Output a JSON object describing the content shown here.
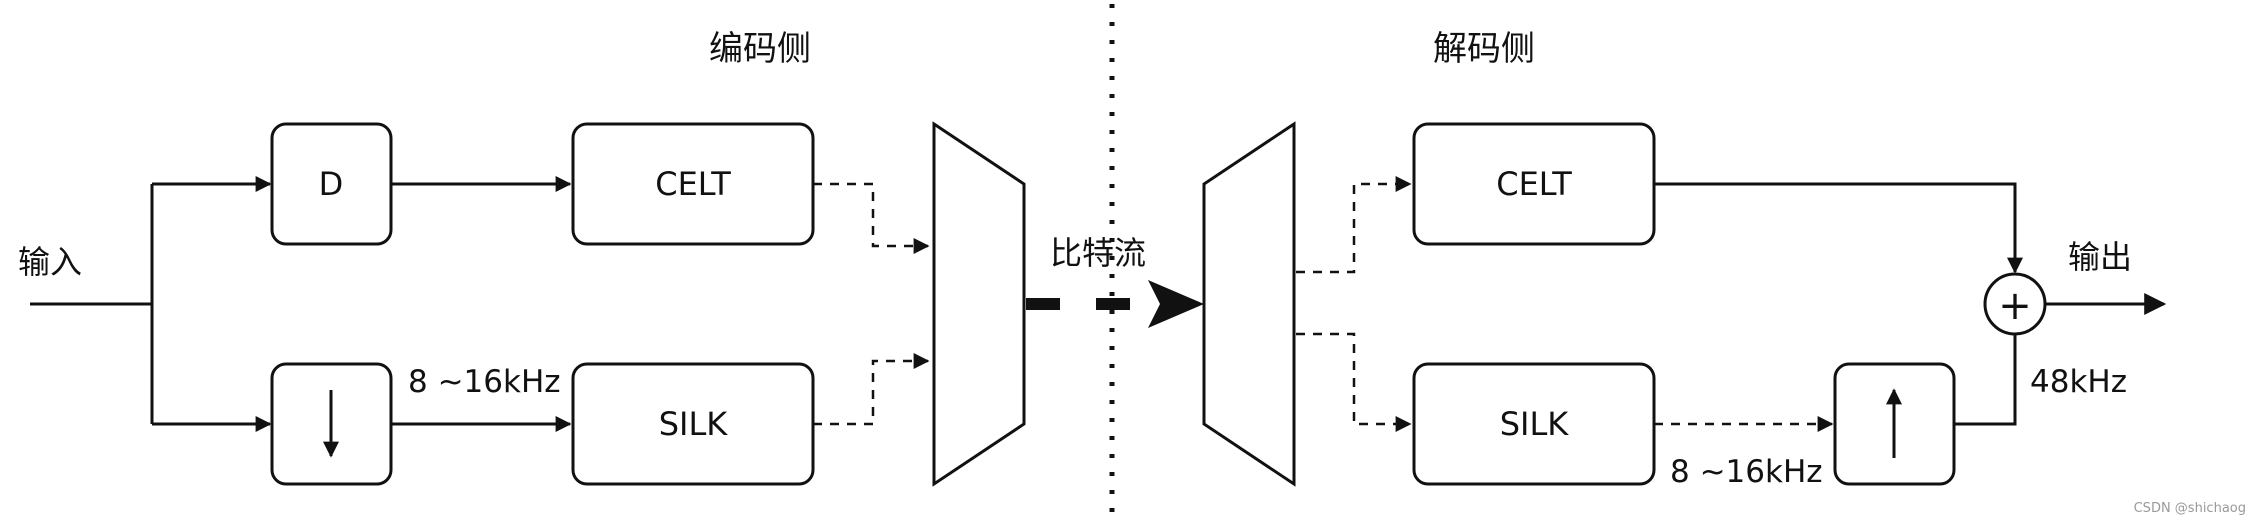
{
  "labels": {
    "encoder_side": "编码侧",
    "decoder_side": "解码侧",
    "input": "输入",
    "output": "输出",
    "bitstream": "比特流",
    "freq_enc": "8 ~16kHz",
    "freq_dec": "8 ~16kHz",
    "freq_out": "48kHz"
  },
  "blocks": {
    "delay": "D",
    "enc_celt": "CELT",
    "enc_silk": "SILK",
    "dec_celt": "CELT",
    "dec_silk": "SILK",
    "sum": "+"
  },
  "watermark": "CSDN @shichaog"
}
